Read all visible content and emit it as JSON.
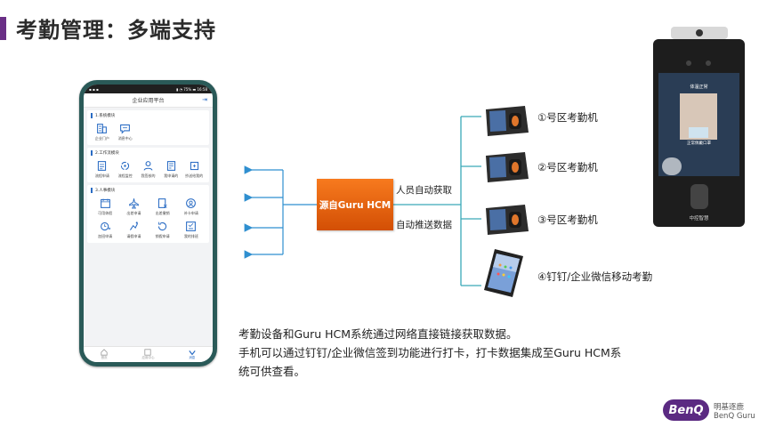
{
  "title": "考勤管理：多端支持",
  "phone": {
    "status_left": "▪ ▪ ▪",
    "status_right": "▮ ◔ 75% ▬ 16:58",
    "app_title": "企业应用平台",
    "sections": [
      {
        "title": "1.系统模块",
        "items": [
          {
            "label": "企业门户",
            "icon": "building-icon"
          },
          {
            "label": "消息中心",
            "icon": "message-icon"
          }
        ]
      },
      {
        "title": "2.工作流模块",
        "items": [
          {
            "label": "流程申请",
            "icon": "form-icon"
          },
          {
            "label": "流程监控",
            "icon": "cycle-icon"
          },
          {
            "label": "我签核的",
            "icon": "person-icon"
          },
          {
            "label": "我申请的",
            "icon": "doc-icon"
          },
          {
            "label": "抄送给我的",
            "icon": "copy-icon"
          }
        ]
      },
      {
        "title": "3.人事模块",
        "items": [
          {
            "label": "可用休假",
            "icon": "calendar-icon"
          },
          {
            "label": "出差申请",
            "icon": "plane-icon"
          },
          {
            "label": "出差撤销",
            "icon": "cancel-doc-icon"
          },
          {
            "label": "补卡申请",
            "icon": "card-icon"
          },
          {
            "label": "加班申请",
            "icon": "clock-add-icon"
          },
          {
            "label": "请假申请",
            "icon": "leave-icon"
          },
          {
            "label": "销假申请",
            "icon": "return-icon"
          },
          {
            "label": "我的排班",
            "icon": "schedule-icon"
          }
        ]
      }
    ],
    "tabs": [
      {
        "label": "首页",
        "icon": "home-icon"
      },
      {
        "label": "应用中心",
        "icon": "apps-icon"
      },
      {
        "label": "消息",
        "icon": "bell-icon"
      }
    ]
  },
  "source_box": "源自Guru HCM",
  "edge_top": "人员自动获取",
  "edge_bottom": "自动推送数据",
  "devices": [
    {
      "label": "①号区考勤机",
      "icon": "attendance-machine-icon"
    },
    {
      "label": "②号区考勤机",
      "icon": "attendance-machine-icon"
    },
    {
      "label": "③号区考勤机",
      "icon": "attendance-machine-icon"
    },
    {
      "label": "④钉钉/企业微信移动考勤",
      "icon": "smartphone-icon"
    }
  ],
  "description": [
    "考勤设备和Guru HCM系统通过网络直接链接获取数据。",
    "手机可以通过钉钉/企业微信签到功能进行打卡，打卡数据集成至Guru HCM系",
    "统可供查看。"
  ],
  "terminal": {
    "screen_top": "体温正常",
    "screen_mid": "正常佩戴口罩",
    "brand": "中控智慧"
  },
  "logo": {
    "mark": "BenQ",
    "cn": "明基逐鹿",
    "en": "BenQ Guru"
  },
  "colors": {
    "title_accent": "#6a2f86",
    "source_box": "#e8600f",
    "line": "#3aa9b8",
    "arrow": "#2f8fd0",
    "logo": "#5b2a82"
  }
}
